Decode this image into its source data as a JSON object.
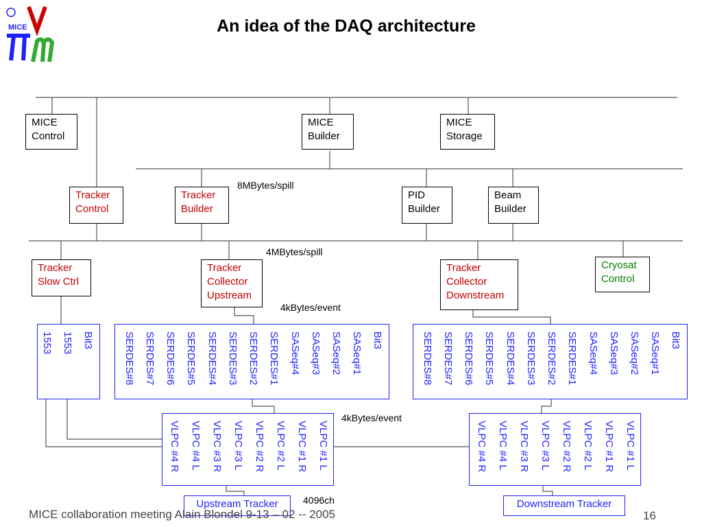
{
  "title": "An idea of the DAQ architecture",
  "logo": {
    "text": "MICE",
    "colors": {
      "pi": "#1f1fff",
      "nu": "#cc0000",
      "mu": "#33aa33"
    }
  },
  "boxes": {
    "mice_control": [
      "MICE",
      "Control"
    ],
    "mice_builder": [
      "MICE",
      "Builder"
    ],
    "mice_storage": [
      "MICE",
      "Storage"
    ],
    "tracker_control": [
      "Tracker",
      "Control"
    ],
    "tracker_builder": [
      "Tracker",
      "Builder"
    ],
    "pid_builder": [
      "PID",
      "Builder"
    ],
    "beam_builder": [
      "Beam",
      "Builder"
    ],
    "tracker_slow_ctrl": [
      "Tracker",
      "Slow Ctrl"
    ],
    "collector_upstream": [
      "Tracker",
      "Collector",
      "Upstream"
    ],
    "collector_downstream": [
      "Tracker",
      "Collector",
      "Downstream"
    ],
    "cryosat_control": [
      "Cryosat",
      "Control"
    ]
  },
  "rates": {
    "builder_rate": "8MBytes/spill",
    "collector_rate": "4MBytes/spill",
    "event_rate_1": "4kBytes/event",
    "event_rate_2": "4kBytes/event",
    "channels": "4096ch"
  },
  "slow_ctrl_columns": [
    "Bit3",
    "1553",
    "1553"
  ],
  "serdes_columns": [
    "Bit3",
    "SASeq#1",
    "SASeq#2",
    "SASeq#3",
    "SASeq#4",
    "SERDES#1",
    "SERDES#2",
    "SERDES#3",
    "SERDES#4",
    "SERDES#5",
    "SERDES#6",
    "SERDES#7",
    "SERDES#8"
  ],
  "vlpc_columns": [
    "VLPC #1 L",
    "VLPC #1 R",
    "VLPC #2 L",
    "VLPC #2 R",
    "VLPC #3 L",
    "VLPC #3 R",
    "VLPC #4 L",
    "VLPC #4 R"
  ],
  "trackers": {
    "upstream": "Upstream Tracker",
    "downstream": "Downstream Tracker"
  },
  "footer": {
    "text": "MICE collaboration meeting Alain Blondel   9-13 – 02 -- 2005",
    "page": "16"
  }
}
